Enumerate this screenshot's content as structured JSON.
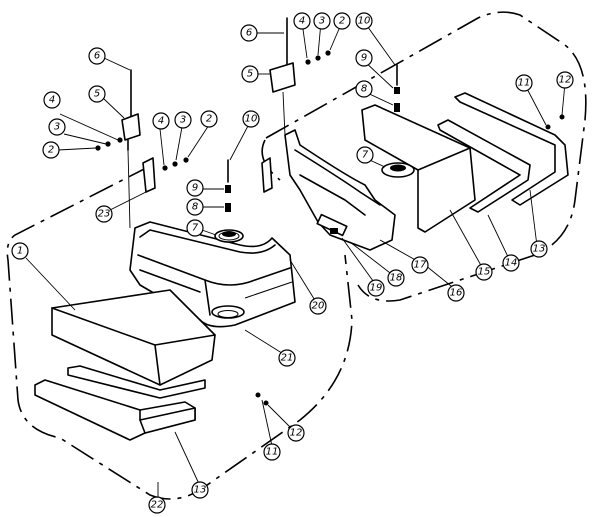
{
  "diagram": {
    "callouts": [
      {
        "id": "c1",
        "label": "1"
      },
      {
        "id": "c2a",
        "label": "2"
      },
      {
        "id": "c2b",
        "label": "2"
      },
      {
        "id": "c2c",
        "label": "2"
      },
      {
        "id": "c3a",
        "label": "3"
      },
      {
        "id": "c3b",
        "label": "3"
      },
      {
        "id": "c3c",
        "label": "3"
      },
      {
        "id": "c4a",
        "label": "4"
      },
      {
        "id": "c4b",
        "label": "4"
      },
      {
        "id": "c4c",
        "label": "4"
      },
      {
        "id": "c5a",
        "label": "5"
      },
      {
        "id": "c5b",
        "label": "5"
      },
      {
        "id": "c6a",
        "label": "6"
      },
      {
        "id": "c6b",
        "label": "6"
      },
      {
        "id": "c7a",
        "label": "7"
      },
      {
        "id": "c7b",
        "label": "7"
      },
      {
        "id": "c8a",
        "label": "8"
      },
      {
        "id": "c8b",
        "label": "8"
      },
      {
        "id": "c9a",
        "label": "9"
      },
      {
        "id": "c9b",
        "label": "9"
      },
      {
        "id": "c10a",
        "label": "10"
      },
      {
        "id": "c10b",
        "label": "10"
      },
      {
        "id": "c11a",
        "label": "11"
      },
      {
        "id": "c11b",
        "label": "11"
      },
      {
        "id": "c12a",
        "label": "12"
      },
      {
        "id": "c12b",
        "label": "12"
      },
      {
        "id": "c13a",
        "label": "13"
      },
      {
        "id": "c13b",
        "label": "13"
      },
      {
        "id": "c14",
        "label": "14"
      },
      {
        "id": "c15",
        "label": "15"
      },
      {
        "id": "c16",
        "label": "16"
      },
      {
        "id": "c17",
        "label": "17"
      },
      {
        "id": "c18",
        "label": "18"
      },
      {
        "id": "c19",
        "label": "19"
      },
      {
        "id": "c20",
        "label": "20"
      },
      {
        "id": "c21",
        "label": "21"
      },
      {
        "id": "c22",
        "label": "22"
      },
      {
        "id": "c23",
        "label": "23"
      }
    ]
  }
}
